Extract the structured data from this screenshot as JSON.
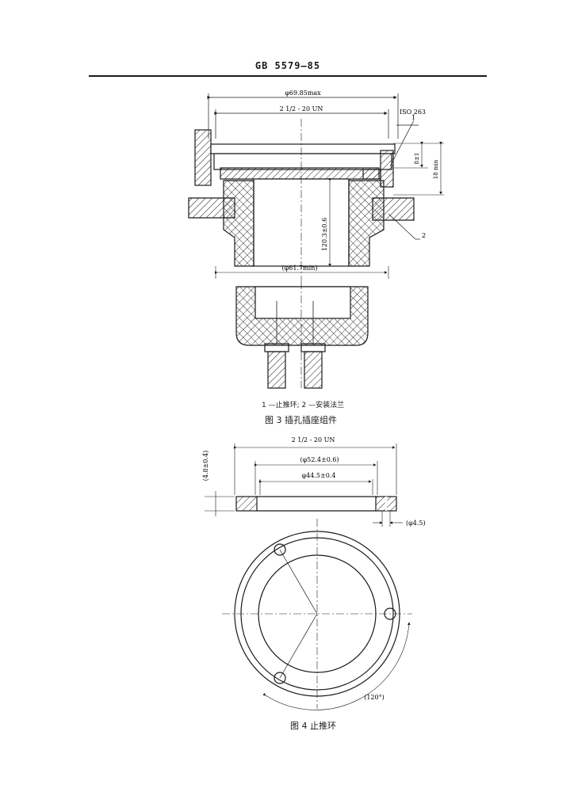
{
  "header": {
    "standard": "GB 5579—85"
  },
  "figure3": {
    "dims": {
      "outer_dia": "φ69.85max",
      "thread": "2 1/2 - 20 UN",
      "iso": "ISO 263",
      "bore_min": "(φ61.7min)",
      "depth": "120.3±0.6",
      "gap": "8±1",
      "min_len": "18 min"
    },
    "callouts": [
      "1",
      "2"
    ],
    "legend": "1 —止推环; 2 —安装法兰",
    "caption": "图 3  插孔插座组件"
  },
  "figure4": {
    "dims": {
      "thread": "2 1/2 - 20 UN",
      "pitch_dia": "(φ52.4±0.6)",
      "inner_dia": "φ44.5±0.4",
      "thickness": "(4.8±0.4)",
      "hole_dia": "(φ4.5)",
      "angle": "(120°)"
    },
    "caption": "图 4  止推环"
  }
}
